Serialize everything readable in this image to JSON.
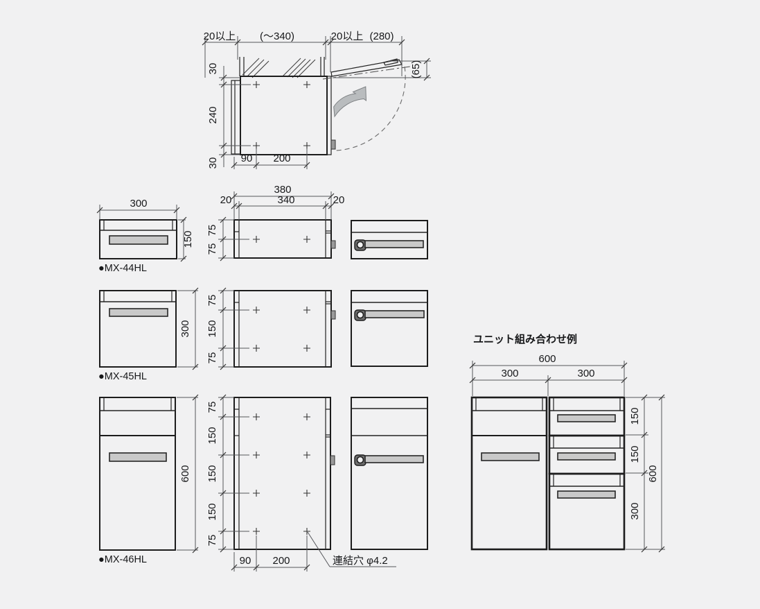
{
  "drawing": {
    "background": "#f1f1f2",
    "line_color": "#1c1c1c",
    "slot_fill": "#c9c9c9",
    "arrow_fill": "#b9bcbe"
  },
  "section_view": {
    "dim_wall_clearance_left": "20以上",
    "dim_wall_depth": "(～340)",
    "dim_door_clearance": "20以上",
    "dim_swing_radius": "(280)",
    "dim_flap_rise": "(65)",
    "dims_left": [
      "30",
      "240",
      "30"
    ],
    "dims_bottom": [
      "90",
      "200"
    ]
  },
  "mx44": {
    "label": "●MX-44HL",
    "front_width": "300",
    "front_height": "150",
    "side_total_width": "380",
    "side_left_flange": "20",
    "side_body": "340",
    "side_right_flange": "20",
    "side_dims_v": [
      "75",
      "75"
    ]
  },
  "mx45": {
    "label": "●MX-45HL",
    "front_height": "300",
    "side_dims_v": [
      "75",
      "150",
      "75"
    ]
  },
  "mx46": {
    "label": "●MX-46HL",
    "front_height": "600",
    "side_dims_v": [
      "75",
      "150",
      "150",
      "150",
      "75"
    ],
    "dims_bottom": [
      "90",
      "200"
    ],
    "connect_hole_note": "連結穴 φ4.2"
  },
  "combination": {
    "title": "ユニット組み合わせ例",
    "width_total": "600",
    "width_cols": [
      "300",
      "300"
    ],
    "height_rows": [
      "150",
      "150",
      "300"
    ],
    "height_total": "600"
  }
}
